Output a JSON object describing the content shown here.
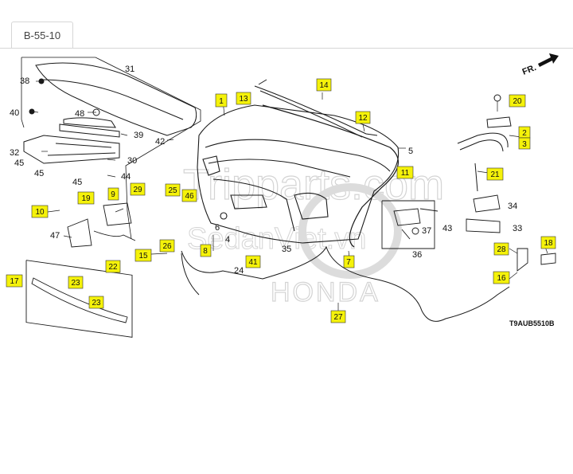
{
  "tab": {
    "label": "B-55-10"
  },
  "diagram": {
    "code": "T9AUB5510B",
    "direction": "FR.",
    "watermark_main": "Tripparts.com",
    "watermark_sub": "SedanViet.vn",
    "watermark_brand": "HONDA",
    "callouts_boxed": [
      "1",
      "2",
      "3",
      "7",
      "8",
      "9",
      "10",
      "11",
      "12",
      "13",
      "14",
      "15",
      "16",
      "17",
      "18",
      "19",
      "20",
      "21",
      "22",
      "23",
      "23",
      "25",
      "26",
      "27",
      "28",
      "29",
      "41",
      "46"
    ],
    "labels_plain": [
      "4",
      "5",
      "6",
      "24",
      "30",
      "31",
      "32",
      "33",
      "34",
      "35",
      "36",
      "37",
      "38",
      "39",
      "40",
      "42",
      "43",
      "44",
      "45",
      "45",
      "45",
      "47",
      "48"
    ],
    "colors": {
      "callout": "#f5f20a",
      "line": "#1a1a1a",
      "watermark": "#d9d9d9"
    }
  }
}
